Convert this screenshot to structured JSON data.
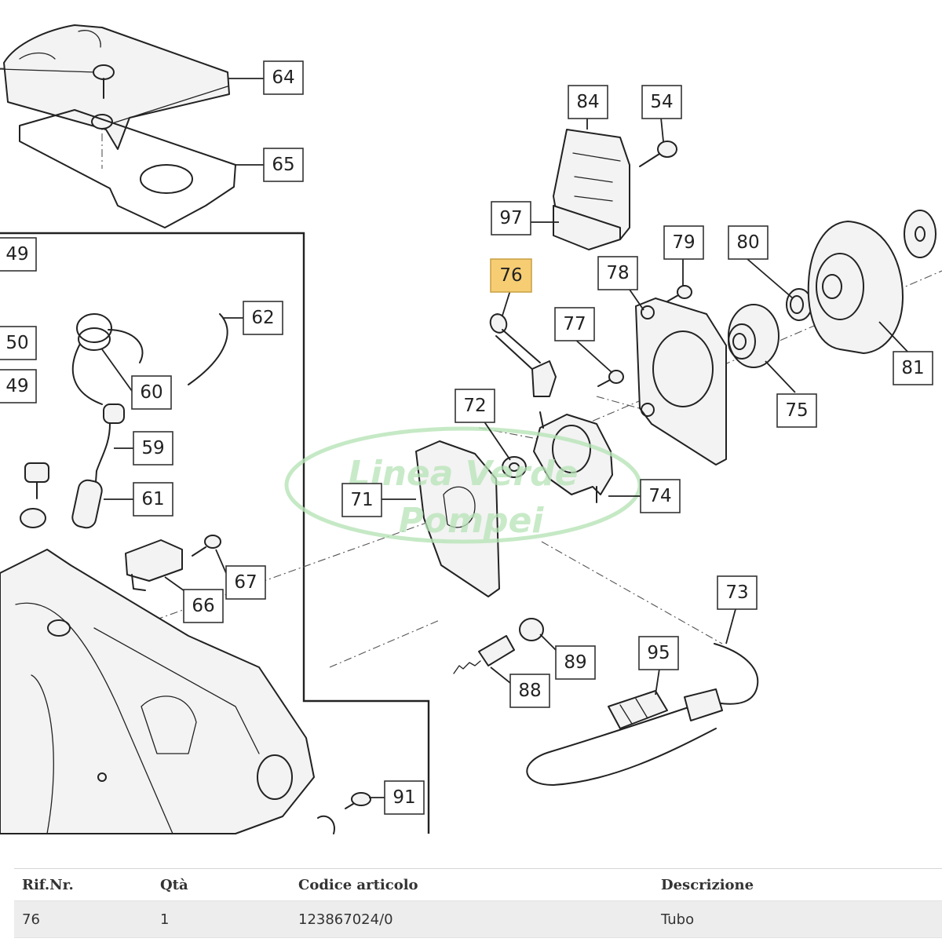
{
  "callouts": [
    {
      "id": "64",
      "label": "64"
    },
    {
      "id": "65",
      "label": "65"
    },
    {
      "id": "49a",
      "label": "49"
    },
    {
      "id": "50",
      "label": "50"
    },
    {
      "id": "49b",
      "label": "49"
    },
    {
      "id": "60",
      "label": "60"
    },
    {
      "id": "62",
      "label": "62"
    },
    {
      "id": "59",
      "label": "59"
    },
    {
      "id": "61",
      "label": "61"
    },
    {
      "id": "67",
      "label": "67"
    },
    {
      "id": "66",
      "label": "66"
    },
    {
      "id": "84",
      "label": "84"
    },
    {
      "id": "54",
      "label": "54"
    },
    {
      "id": "97",
      "label": "97"
    },
    {
      "id": "79",
      "label": "79"
    },
    {
      "id": "80",
      "label": "80"
    },
    {
      "id": "76",
      "label": "76",
      "highlighted": true
    },
    {
      "id": "78",
      "label": "78"
    },
    {
      "id": "77",
      "label": "77"
    },
    {
      "id": "81",
      "label": "81"
    },
    {
      "id": "72",
      "label": "72"
    },
    {
      "id": "75",
      "label": "75"
    },
    {
      "id": "71",
      "label": "71"
    },
    {
      "id": "74",
      "label": "74"
    },
    {
      "id": "73",
      "label": "73"
    },
    {
      "id": "95",
      "label": "95"
    },
    {
      "id": "89",
      "label": "89"
    },
    {
      "id": "88",
      "label": "88"
    },
    {
      "id": "91",
      "label": "91"
    }
  ],
  "watermark": {
    "line1": "Linea Verde",
    "line2": "Pompei"
  },
  "table": {
    "headers": {
      "ref": "Rif.Nr.",
      "qty": "Qtà",
      "code": "Codice articolo",
      "desc": "Descrizione"
    },
    "rows": [
      {
        "ref": "76",
        "qty": "1",
        "code": "123867024/0",
        "desc": "Tubo"
      }
    ]
  },
  "colors": {
    "highlight": "#f6cd73",
    "watermark": "#b6e3b6",
    "row_bg": "#ededed"
  }
}
